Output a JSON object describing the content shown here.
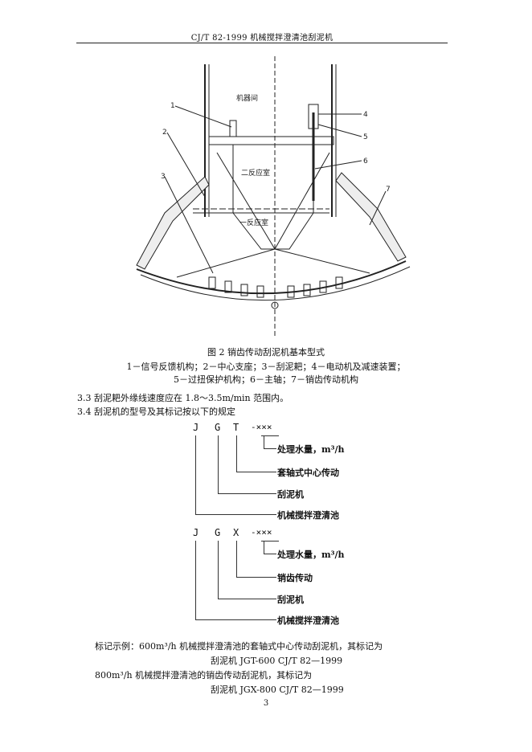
{
  "header": {
    "title": "CJ/T 82-1999  机械搅拌澄清池刮泥机"
  },
  "figure": {
    "labels": {
      "top": "机器间",
      "second": "二反应室",
      "first": "一反应室",
      "n1": "1",
      "n2": "2",
      "n3": "3",
      "n4": "4",
      "n5": "5",
      "n6": "6",
      "n7": "7"
    },
    "caption": "图 2  销齿传动刮泥机基本型式",
    "legend_line1": "1－信号反馈机构；2－中心支座；3－刮泥耙；4－电动机及减速装置；",
    "legend_line2": "5－过扭保护机构；6－主轴；7－销齿传动机构"
  },
  "section": {
    "p33": "3.3  刮泥耙外缘线速度应在 1.8～3.5m/min 范围内。",
    "p34": "3.4  刮泥机的型号及其标记按以下的规定"
  },
  "code1": {
    "l1": "J",
    "l2": "G",
    "l3": "T",
    "l4": "-×××",
    "m1": "处理水量，m³/h",
    "m2": "套轴式中心传动",
    "m3": "刮泥机",
    "m4": "机械搅拌澄清池"
  },
  "code2": {
    "l1": "J",
    "l2": "G",
    "l3": "X",
    "l4": "-×××",
    "m1": "处理水量，m³/h",
    "m2": "销齿传动",
    "m3": "刮泥机",
    "m4": "机械搅拌澄清池"
  },
  "examples": {
    "e1": "标记示例：600m³/h 机械搅拌澄清池的套轴式中心传动刮泥机，其标记为",
    "e1_code": "刮泥机 JGT-600  CJ/T 82—1999",
    "e2": "800m³/h 机械搅拌澄清池的销齿传动刮泥机，其标记为",
    "e2_code": "刮泥机 JGX-800  CJ/T 82—1999"
  },
  "page_number": "3"
}
